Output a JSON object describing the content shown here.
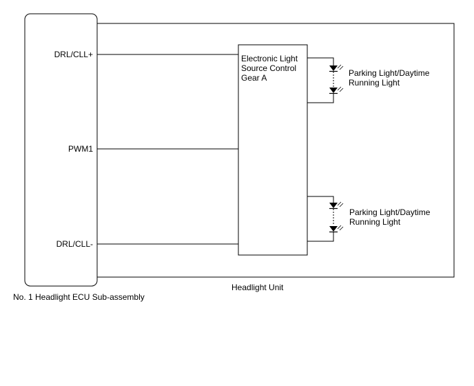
{
  "ecu": {
    "label": "No. 1 Headlight ECU Sub-assembly",
    "pins": {
      "drl_plus": "DRL/CLL+",
      "pwm1": "PWM1",
      "drl_minus": "DRL/CLL-"
    }
  },
  "headlight_unit": {
    "label": "Headlight Unit"
  },
  "control_gear": {
    "line1": "Electronic Light",
    "line2": "Source Control",
    "line3": "Gear A"
  },
  "lights": {
    "top": {
      "line1": "Parking Light/Daytime",
      "line2": "Running Light"
    },
    "bottom": {
      "line1": "Parking Light/Daytime",
      "line2": "Running Light"
    }
  },
  "colors": {
    "line": "#000000",
    "background": "#ffffff"
  }
}
